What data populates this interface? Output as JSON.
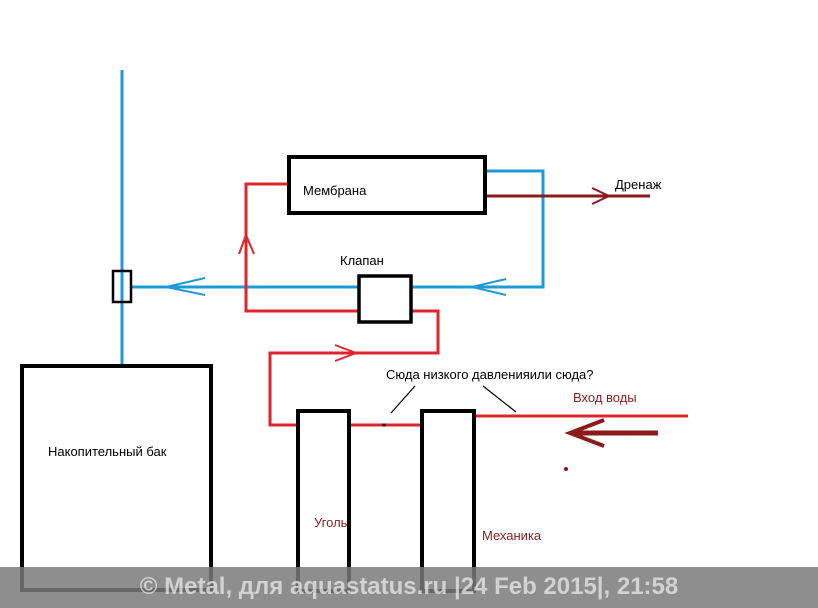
{
  "labels": {
    "membrane": "Мембрана",
    "drain": "Дренаж",
    "valve": "Клапан",
    "question": "Сюда низкого давленияили сюда?",
    "water_inlet": "Вход воды",
    "storage_tank": "Накопительный бак",
    "carbon": "Уголь",
    "mechanical": "Механика"
  },
  "watermark": "© Metal, для aquastatus.ru |24 Feb 2015|, 21:58",
  "colors": {
    "blue_pipe": "#1e9bd7",
    "red_pipe": "#e0242c",
    "dark_red_pipe": "#8b1a1a",
    "box_outline": "#000000"
  }
}
